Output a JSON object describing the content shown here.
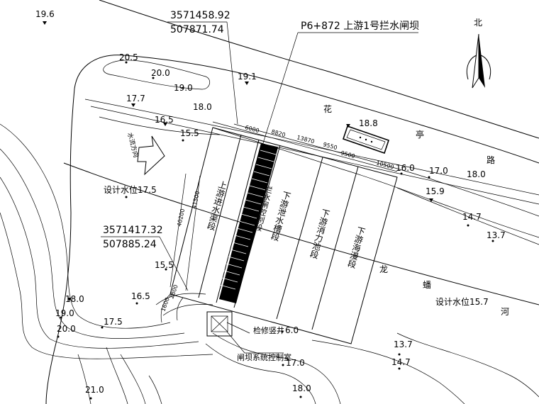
{
  "title": "P6+872 上游1号拦水闸坝",
  "north": "北",
  "coords": {
    "top_north": "3571458.92",
    "top_east": "507871.74",
    "left_north": "3571417.32",
    "left_east": "507885.24"
  },
  "road_chars": [
    "花",
    "亭",
    "路"
  ],
  "river_chars": [
    "龙",
    "蟠",
    "河"
  ],
  "flow_label": "水流方向",
  "design_level_left": "设计水位17.5",
  "design_level_right": "设计水位15.7",
  "sections": {
    "upstream_inlet": "上游进水渠段",
    "control": "拦水闸控制段",
    "downstream_sluice": "下游泄水槽段",
    "downstream_basin": "下游消力池段",
    "downstream_apron": "下游海漫段"
  },
  "annotations": {
    "maintenance_shaft": "检修竖井",
    "control_room": "闸坝系统控制室"
  },
  "dimensions": [
    "6000",
    "8820",
    "13870",
    "9550",
    "9500",
    "10500",
    "40200",
    "41500",
    "1600",
    "2800"
  ],
  "elevations": {
    "e_19_6": "19.6",
    "e_20_5": "20.5",
    "e_20_0_top": "20.0",
    "e_19_0_top": "19.0",
    "e_19_1": "19.1",
    "e_17_7": "17.7",
    "e_18_0_top": "18.0",
    "e_16_5_top": "16.5",
    "e_15_5_top": "15.5",
    "e_18_8": "18.8",
    "e_16_0": "16.0",
    "e_17_0_right": "17.0",
    "e_18_0_right": "18.0",
    "e_15_9": "15.9",
    "e_14_7_right": "14.7",
    "e_13_7_right": "13.7",
    "e_15_5_mid": "15.5",
    "e_16_5_mid": "16.5",
    "e_18_0_left": "18.0",
    "e_19_0_left": "19.0",
    "e_20_0_left": "20.0",
    "e_17_5": "17.5",
    "e_6_0": "6.0",
    "e_17_0_bottom": "17.0",
    "e_13_7_bottom": "13.7",
    "e_14_7_bottom": "14.7",
    "e_21_0": "21.0",
    "e_18_0_bottom": "18.0"
  }
}
